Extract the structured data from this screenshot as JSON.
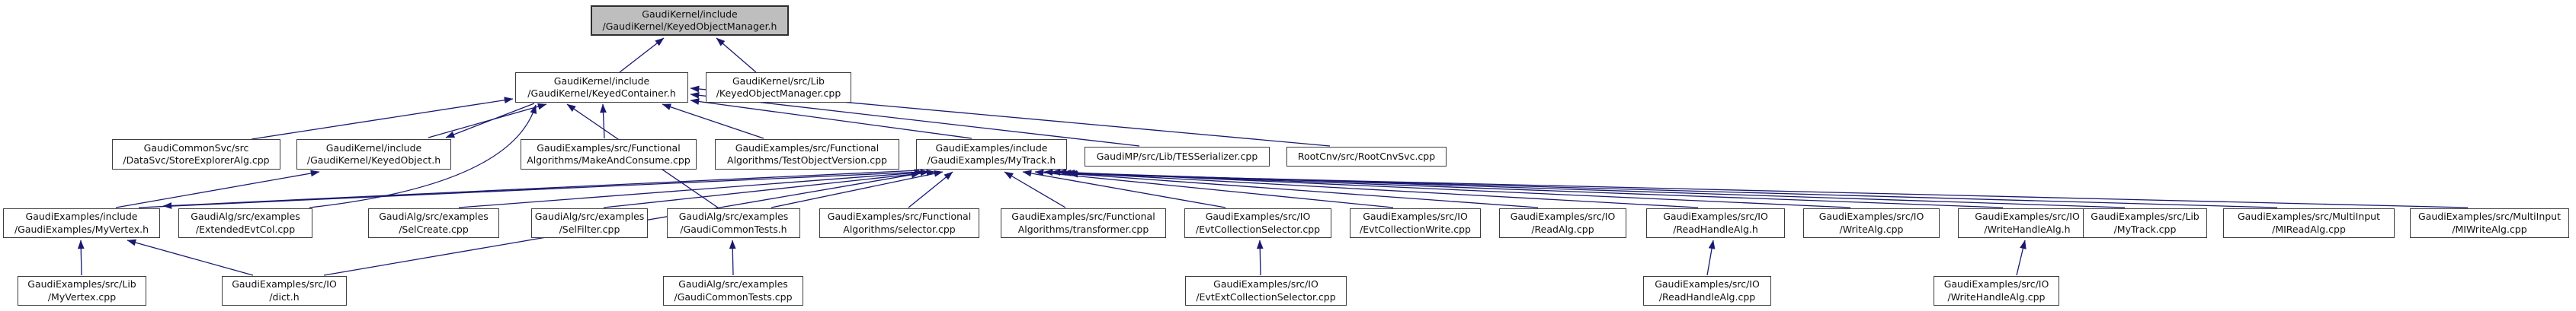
{
  "diagram": {
    "type": "doxygen-included-by-graph",
    "root_file": "GaudiKernel/include/GaudiKernel/KeyedObjectManager.h",
    "colors": {
      "edge": "#191970",
      "node_fill": "#ffffff",
      "root_fill": "#bebebe",
      "node_border": "#3d3d3d",
      "text": "#101010"
    },
    "nodes": [
      {
        "id": "keyed-object-manager-h",
        "label": "GaudiKernel/include\n/GaudiKernel/KeyedObjectManager.h",
        "root": true
      },
      {
        "id": "keyed-container-h",
        "label": "GaudiKernel/include\n/GaudiKernel/KeyedContainer.h"
      },
      {
        "id": "keyed-object-manager-cpp",
        "label": "GaudiKernel/src/Lib\n/KeyedObjectManager.cpp"
      },
      {
        "id": "store-explorer-alg-cpp",
        "label": "GaudiCommonSvc/src\n/DataSvc/StoreExplorerAlg.cpp"
      },
      {
        "id": "keyed-object-h",
        "label": "GaudiKernel/include\n/GaudiKernel/KeyedObject.h"
      },
      {
        "id": "make-and-consume-cpp",
        "label": "GaudiExamples/src/Functional\nAlgorithms/MakeAndConsume.cpp"
      },
      {
        "id": "test-object-version-cpp",
        "label": "GaudiExamples/src/Functional\nAlgorithms/TestObjectVersion.cpp"
      },
      {
        "id": "my-track-h",
        "label": "GaudiExamples/include\n/GaudiExamples/MyTrack.h"
      },
      {
        "id": "tes-serializer-cpp",
        "label": "GaudiMP/src/Lib/TESSerializer.cpp"
      },
      {
        "id": "root-cnv-svc-cpp",
        "label": "RootCnv/src/RootCnvSvc.cpp"
      },
      {
        "id": "my-vertex-h",
        "label": "GaudiExamples/include\n/GaudiExamples/MyVertex.h"
      },
      {
        "id": "extended-evt-col-cpp",
        "label": "GaudiAlg/src/examples\n/ExtendedEvtCol.cpp"
      },
      {
        "id": "sel-create-cpp",
        "label": "GaudiAlg/src/examples\n/SelCreate.cpp"
      },
      {
        "id": "sel-filter-cpp",
        "label": "GaudiAlg/src/examples\n/SelFilter.cpp"
      },
      {
        "id": "gaudi-common-tests-h",
        "label": "GaudiAlg/src/examples\n/GaudiCommonTests.h"
      },
      {
        "id": "selector-cpp",
        "label": "GaudiExamples/src/Functional\nAlgorithms/selector.cpp"
      },
      {
        "id": "transformer-cpp",
        "label": "GaudiExamples/src/Functional\nAlgorithms/transformer.cpp"
      },
      {
        "id": "evt-collection-selector-cpp",
        "label": "GaudiExamples/src/IO\n/EvtCollectionSelector.cpp"
      },
      {
        "id": "evt-collection-write-cpp",
        "label": "GaudiExamples/src/IO\n/EvtCollectionWrite.cpp"
      },
      {
        "id": "read-alg-cpp",
        "label": "GaudiExamples/src/IO\n/ReadAlg.cpp"
      },
      {
        "id": "read-handle-alg-h",
        "label": "GaudiExamples/src/IO\n/ReadHandleAlg.h"
      },
      {
        "id": "write-alg-cpp",
        "label": "GaudiExamples/src/IO\n/WriteAlg.cpp"
      },
      {
        "id": "write-handle-alg-h",
        "label": "GaudiExamples/src/IO\n/WriteHandleAlg.h"
      },
      {
        "id": "my-track-cpp",
        "label": "GaudiExamples/src/Lib\n/MyTrack.cpp"
      },
      {
        "id": "mi-read-alg-cpp",
        "label": "GaudiExamples/src/MultiInput\n/MIReadAlg.cpp"
      },
      {
        "id": "mi-write-alg-cpp",
        "label": "GaudiExamples/src/MultiInput\n/MIWriteAlg.cpp"
      },
      {
        "id": "my-vertex-cpp",
        "label": "GaudiExamples/src/Lib\n/MyVertex.cpp"
      },
      {
        "id": "dict-h",
        "label": "GaudiExamples/src/IO\n/dict.h"
      },
      {
        "id": "gaudi-common-tests-cpp",
        "label": "GaudiAlg/src/examples\n/GaudiCommonTests.cpp"
      },
      {
        "id": "evt-ext-collection-selector-cpp",
        "label": "GaudiExamples/src/IO\n/EvtExtCollectionSelector.cpp"
      },
      {
        "id": "read-handle-alg-cpp",
        "label": "GaudiExamples/src/IO\n/ReadHandleAlg.cpp"
      },
      {
        "id": "write-handle-alg-cpp",
        "label": "GaudiExamples/src/IO\n/WriteHandleAlg.cpp"
      }
    ],
    "edges": [
      {
        "from": "keyed-container-h",
        "to": "keyed-object-manager-h"
      },
      {
        "from": "keyed-object-manager-cpp",
        "to": "keyed-object-manager-h"
      },
      {
        "from": "store-explorer-alg-cpp",
        "to": "keyed-container-h"
      },
      {
        "from": "keyed-object-h",
        "to": "keyed-container-h"
      },
      {
        "from": "keyed-container-h",
        "to": "keyed-object-h"
      },
      {
        "from": "extended-evt-col-cpp",
        "to": "keyed-container-h"
      },
      {
        "from": "gaudi-common-tests-h",
        "to": "keyed-container-h"
      },
      {
        "from": "make-and-consume-cpp",
        "to": "keyed-container-h"
      },
      {
        "from": "test-object-version-cpp",
        "to": "keyed-container-h"
      },
      {
        "from": "my-track-h",
        "to": "keyed-container-h"
      },
      {
        "from": "tes-serializer-cpp",
        "to": "keyed-container-h"
      },
      {
        "from": "root-cnv-svc-cpp",
        "to": "keyed-container-h"
      },
      {
        "from": "my-vertex-h",
        "to": "keyed-object-h"
      },
      {
        "from": "my-track-h",
        "to": "my-vertex-h"
      },
      {
        "from": "my-vertex-h",
        "to": "my-track-h"
      },
      {
        "from": "sel-create-cpp",
        "to": "my-track-h"
      },
      {
        "from": "sel-filter-cpp",
        "to": "my-track-h"
      },
      {
        "from": "gaudi-common-tests-h",
        "to": "my-track-h"
      },
      {
        "from": "selector-cpp",
        "to": "my-track-h"
      },
      {
        "from": "transformer-cpp",
        "to": "my-track-h"
      },
      {
        "from": "evt-collection-selector-cpp",
        "to": "my-track-h"
      },
      {
        "from": "evt-collection-write-cpp",
        "to": "my-track-h"
      },
      {
        "from": "read-alg-cpp",
        "to": "my-track-h"
      },
      {
        "from": "read-handle-alg-h",
        "to": "my-track-h"
      },
      {
        "from": "write-alg-cpp",
        "to": "my-track-h"
      },
      {
        "from": "write-handle-alg-h",
        "to": "my-track-h"
      },
      {
        "from": "my-track-cpp",
        "to": "my-track-h"
      },
      {
        "from": "mi-read-alg-cpp",
        "to": "my-track-h"
      },
      {
        "from": "mi-write-alg-cpp",
        "to": "my-track-h"
      },
      {
        "from": "my-vertex-cpp",
        "to": "my-vertex-h"
      },
      {
        "from": "dict-h",
        "to": "my-vertex-h"
      },
      {
        "from": "dict-h",
        "to": "my-track-h"
      },
      {
        "from": "gaudi-common-tests-cpp",
        "to": "gaudi-common-tests-h"
      },
      {
        "from": "evt-ext-collection-selector-cpp",
        "to": "evt-collection-selector-cpp"
      },
      {
        "from": "read-handle-alg-cpp",
        "to": "read-handle-alg-h"
      },
      {
        "from": "write-handle-alg-cpp",
        "to": "write-handle-alg-h"
      }
    ]
  }
}
